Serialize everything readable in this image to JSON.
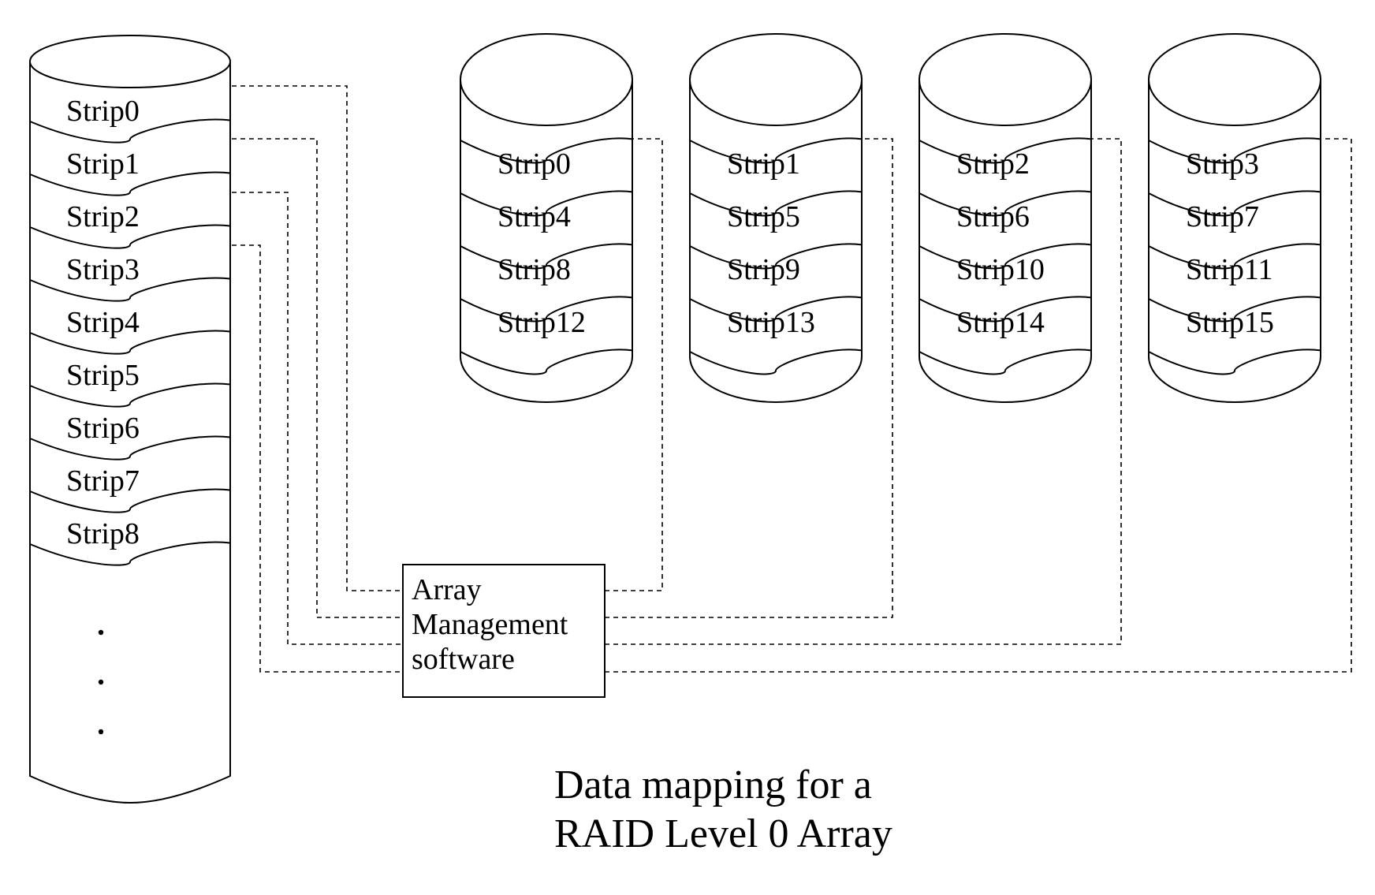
{
  "logical_disk": {
    "strips": [
      "Strip0",
      "Strip1",
      "Strip2",
      "Strip3",
      "Strip4",
      "Strip5",
      "Strip6",
      "Strip7",
      "Strip8"
    ],
    "ellipsis_dots": 3
  },
  "physical_disks": [
    {
      "strips": [
        "Strip0",
        "Strip4",
        "Strip8",
        "Strip12"
      ]
    },
    {
      "strips": [
        "Strip1",
        "Strip5",
        "Strip9",
        "Strip13"
      ]
    },
    {
      "strips": [
        "Strip2",
        "Strip6",
        "Strip10",
        "Strip14"
      ]
    },
    {
      "strips": [
        "Strip3",
        "Strip7",
        "Strip11",
        "Strip15"
      ]
    }
  ],
  "controller": {
    "lines": [
      "Array",
      "Management",
      "software"
    ]
  },
  "caption": {
    "line1": "Data mapping for a",
    "line2": "RAID Level 0 Array"
  }
}
